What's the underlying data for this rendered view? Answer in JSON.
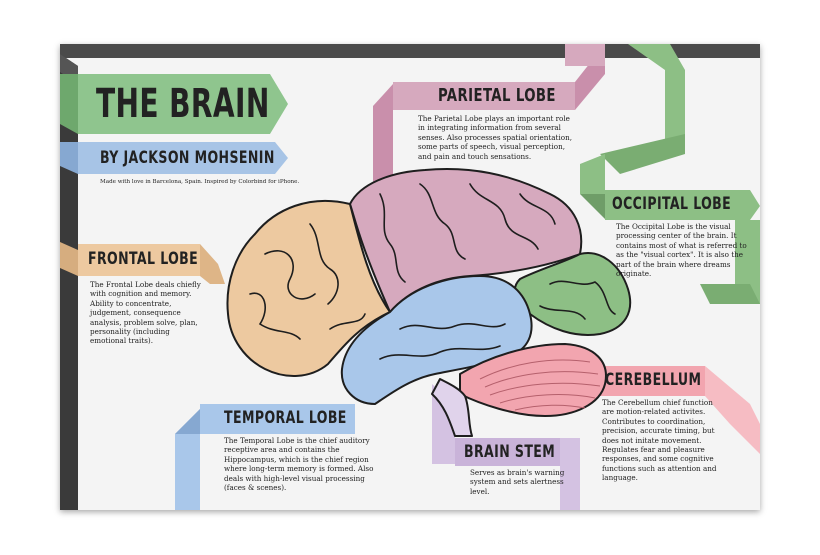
{
  "title": "THE BRAIN",
  "author": "BY JACKSON MOHSENIN",
  "credit": "Made with love in Barcelona, Spain. Inspired by Colorbind for iPhone.",
  "colors": {
    "frontal": "#edc9a0",
    "parietal": "#d6a9be",
    "occipital": "#8dbf85",
    "temporal": "#a9c7ea",
    "cerebellum": "#f2a5af",
    "brain_stem": "#c9b3d9",
    "title_ribbon": "#8fc58e",
    "author_ribbon": "#a7c4e6"
  },
  "lobes": [
    {
      "key": "parietal",
      "name": "PARIETAL LOBE",
      "text": "The Parietal Lobe plays an important role in integrating information from several senses. Also processes spatial orientation, some parts of speech, visual perception, and pain and touch sensations."
    },
    {
      "key": "occipital",
      "name": "OCCIPITAL LOBE",
      "text": "The Occipital Lobe is the visual processing center of the brain. It contains most of what is referred to as the \"visual cortex\". It is also the part of the brain where dreams originate."
    },
    {
      "key": "frontal",
      "name": "FRONTAL LOBE",
      "text": "The Frontal Lobe deals chiefly with cognition and memory. Ability to concentrate, judgement, consequence analysis, problem solve, plan, personality (including emotional traits)."
    },
    {
      "key": "temporal",
      "name": "TEMPORAL LOBE",
      "text": "The Temporal Lobe is the chief auditory receptive area and contains the Hippocampus, which is the chief region where long-term memory is formed. Also deals with high-level visual processing (faces & scenes)."
    },
    {
      "key": "brain_stem",
      "name": "BRAIN STEM",
      "text": "Serves as brain's warning system and sets alertness level."
    },
    {
      "key": "cerebellum",
      "name": "CEREBELLUM",
      "text": "The Cerebellum chief function are motion-related activites. Contributes to coordination, precision, accurate timing, but does not initate movement. Regulates fear and pleasure responses, and some cognitive functions such as attention and language."
    }
  ]
}
